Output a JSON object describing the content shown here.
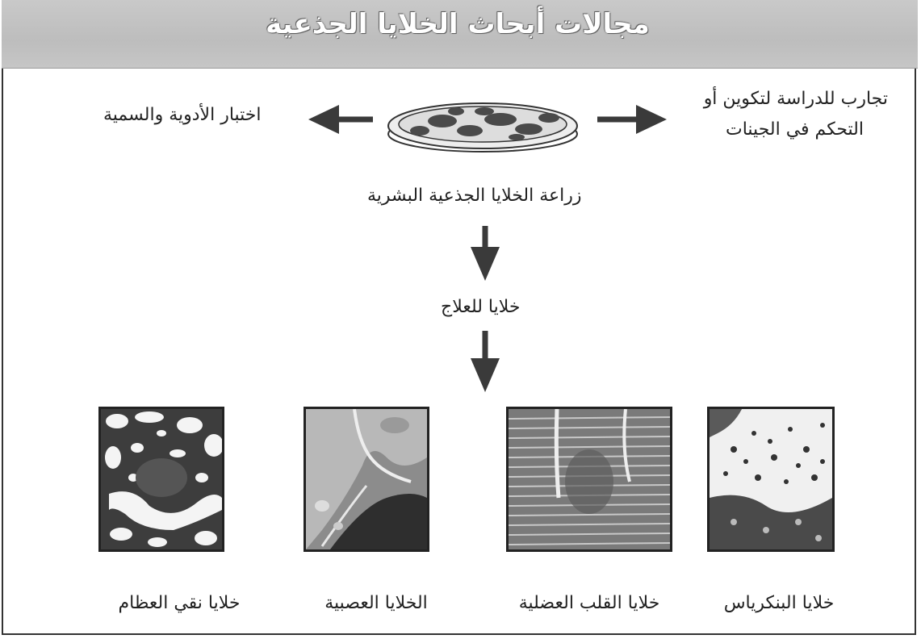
{
  "header": {
    "title": "مجالات أبحاث الخلايا الجذعية"
  },
  "left_label": "اختبار الأدوية والسمية",
  "right_label_line1": "تجارب للدراسة لتكوين أو",
  "right_label_line2": "التحكم في الجينات",
  "culture_label": "زراعة  الخلايا الجذعية البشرية",
  "therapy_label": "خلايا للعلاج",
  "panels": [
    {
      "caption": "خلايا نقي العظام",
      "icon": "bone-marrow-cells-image"
    },
    {
      "caption": "الخلايا العصبية",
      "icon": "nerve-cells-image"
    },
    {
      "caption": "خلايا القلب العضلية",
      "icon": "heart-muscle-cells-image"
    },
    {
      "caption": "خلايا البنكرياس",
      "icon": "pancreas-cells-image"
    }
  ],
  "colors": {
    "arrow": "#3a3a3a",
    "panel_dark": "#3b3b3b",
    "header_bg": "#c4c4c4"
  }
}
